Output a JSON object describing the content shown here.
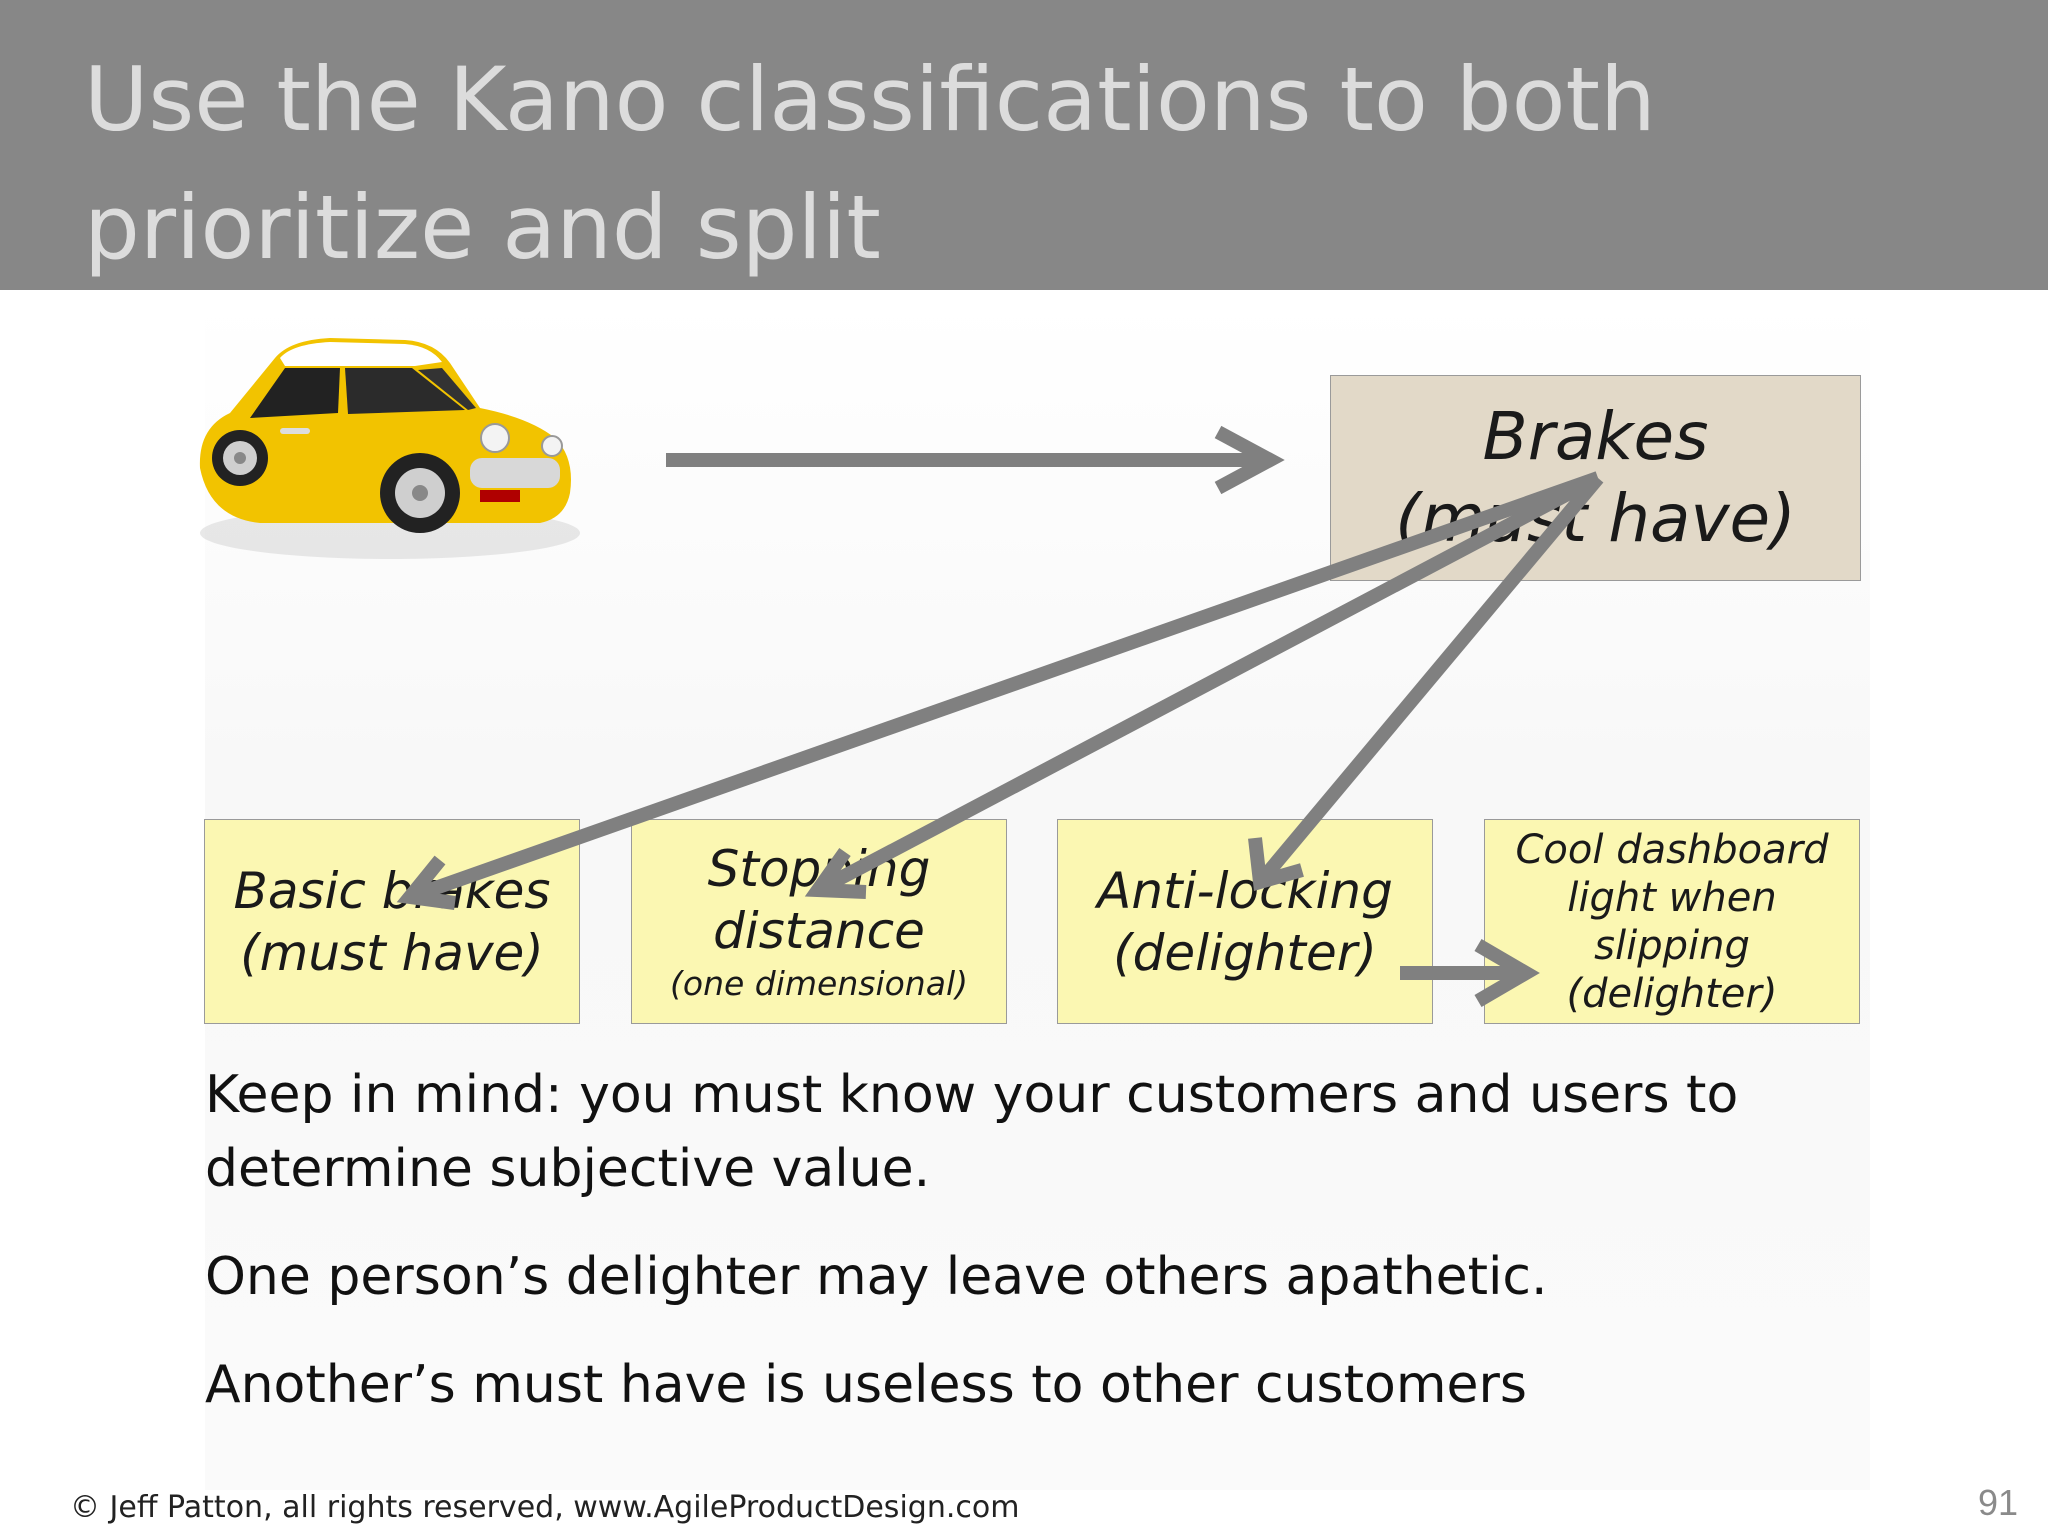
{
  "slide": {
    "title": "Use the Kano classifications to both prioritize and split",
    "page_number": "91",
    "footer": "© Jeff Patton, all rights reserved, www.AgileProductDesign.com"
  },
  "diagram": {
    "source_box": {
      "line1": "Brakes",
      "line2": "(must have)"
    },
    "cards": [
      {
        "line1": "Basic brakes",
        "line2": "(must have)"
      },
      {
        "line1": "Stopping",
        "line2": "distance",
        "line3": "(one dimensional)"
      },
      {
        "line1": "Anti-locking",
        "line2": "(delighter)"
      },
      {
        "line1": "Cool dashboard",
        "line2": "light when slipping",
        "line3": "(delighter)"
      }
    ],
    "colors": {
      "arrow": "#808080",
      "source_box": "#e2d9c8",
      "card": "#fbf7b2",
      "car_body": "#f2c300"
    }
  },
  "notes": [
    "Keep in mind: you must know your customers and users to determine subjective value.",
    "One person’s delighter may leave others apathetic.",
    "Another’s must have is useless to other customers"
  ]
}
